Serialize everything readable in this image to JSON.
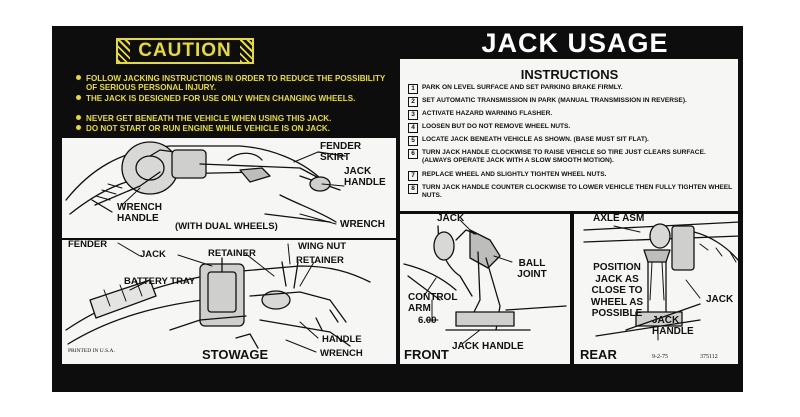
{
  "caution": {
    "title": "CAUTION",
    "items": [
      "FOLLOW JACKING INSTRUCTIONS IN ORDER TO REDUCE THE POSSIBILITY OF SERIOUS PERSONAL INJURY.",
      "THE JACK IS DESIGNED FOR USE ONLY WHEN CHANGING WHEELS.",
      "NEVER GET BENEATH THE VEHICLE WHEN USING THIS JACK.",
      "DO NOT START OR RUN ENGINE WHILE VEHICLE IS ON JACK."
    ]
  },
  "header": {
    "title": "JACK USAGE"
  },
  "instructions": {
    "title": "INSTRUCTIONS",
    "steps": [
      {
        "num": "1",
        "text": "PARK ON LEVEL SURFACE AND SET PARKING BRAKE FIRMLY."
      },
      {
        "num": "2",
        "text": "SET AUTOMATIC TRANSMISSION IN PARK (MANUAL TRANSMISSION IN REVERSE)."
      },
      {
        "num": "3",
        "text": "ACTIVATE HAZARD WARNING FLASHER."
      },
      {
        "num": "4",
        "text": "LOOSEN BUT DO NOT REMOVE WHEEL NUTS."
      },
      {
        "num": "5",
        "text": "LOCATE JACK BENEATH VEHICLE AS SHOWN. (BASE MUST SIT FLAT)."
      },
      {
        "num": "6",
        "text": "TURN JACK HANDLE CLOCKWISE TO RAISE VEHICLE SO TIRE JUST CLEARS SURFACE. (ALWAYS OPERATE JACK WITH A SLOW SMOOTH MOTION)."
      },
      {
        "num": "7",
        "text": "REPLACE WHEEL AND SLIGHTLY TIGHTEN WHEEL NUTS."
      },
      {
        "num": "8",
        "text": "TURN JACK HANDLE COUNTER CLOCKWISE TO LOWER VEHICLE THEN FULLY TIGHTEN WHEEL NUTS."
      }
    ]
  },
  "wheels_panel": {
    "fender_skirt": "FENDER SKIRT",
    "jack_handle": "JACK HANDLE",
    "wrench_handle": "WRENCH HANDLE",
    "with_dual_wheels": "(WITH DUAL WHEELS)",
    "wrench": "WRENCH"
  },
  "stowage_panel": {
    "fender": "FENDER",
    "jack": "JACK",
    "retainer_1": "RETAINER",
    "wing_nut": "WING NUT",
    "retainer_2": "RETAINER",
    "battery_tray": "BATTERY TRAY",
    "handle": "HANDLE",
    "wrench": "WRENCH",
    "stowage": "STOWAGE",
    "printed": "PRINTED IN U.S.A."
  },
  "front_panel": {
    "jack": "JACK",
    "ball_joint": "BALL JOINT",
    "control_arm": "CONTROL ARM",
    "dimension": "6.00",
    "jack_handle": "JACK HANDLE",
    "front": "FRONT"
  },
  "rear_panel": {
    "axle_asm": "AXLE ASM",
    "position_jack": "POSITION JACK AS CLOSE TO WHEEL AS POSSIBLE",
    "jack": "JACK",
    "jack_handle": "JACK HANDLE",
    "rear": "REAR",
    "date": "9-2-75",
    "part_no": "375112"
  },
  "colors": {
    "background": "#0d0d0d",
    "caution_yellow": "#e8dc2a",
    "panel": "#f6f6f4",
    "ink": "#111111"
  }
}
